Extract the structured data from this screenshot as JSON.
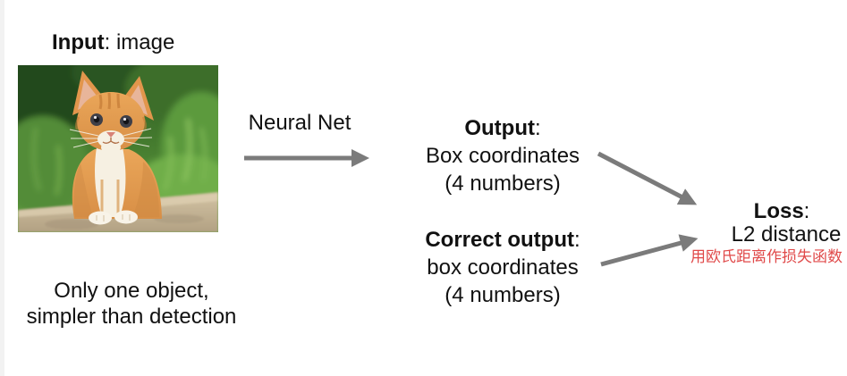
{
  "slide": {
    "input_label": {
      "bold": "Input",
      "rest": ": image"
    },
    "image": {
      "name": "kitten-photo"
    },
    "neural_net_label": "Neural Net",
    "output_block": {
      "title_bold": "Output",
      "title_rest": ":",
      "line2": "Box coordinates",
      "line3": "(4 numbers)"
    },
    "correct_block": {
      "title_bold": "Correct output",
      "title_rest": ":",
      "line2": "box coordinates",
      "line3": "(4 numbers)"
    },
    "loss_block": {
      "title_bold": "Loss",
      "title_rest": ":",
      "line2": "L2 distance",
      "annotation_cn": "用欧氏距离作损失函数"
    },
    "bottom_note": {
      "line1": "Only one object,",
      "line2": "simpler than detection"
    },
    "colors": {
      "arrow": "#7b7b7b",
      "text": "#111111",
      "annotation_red": "#e04a4a"
    }
  }
}
